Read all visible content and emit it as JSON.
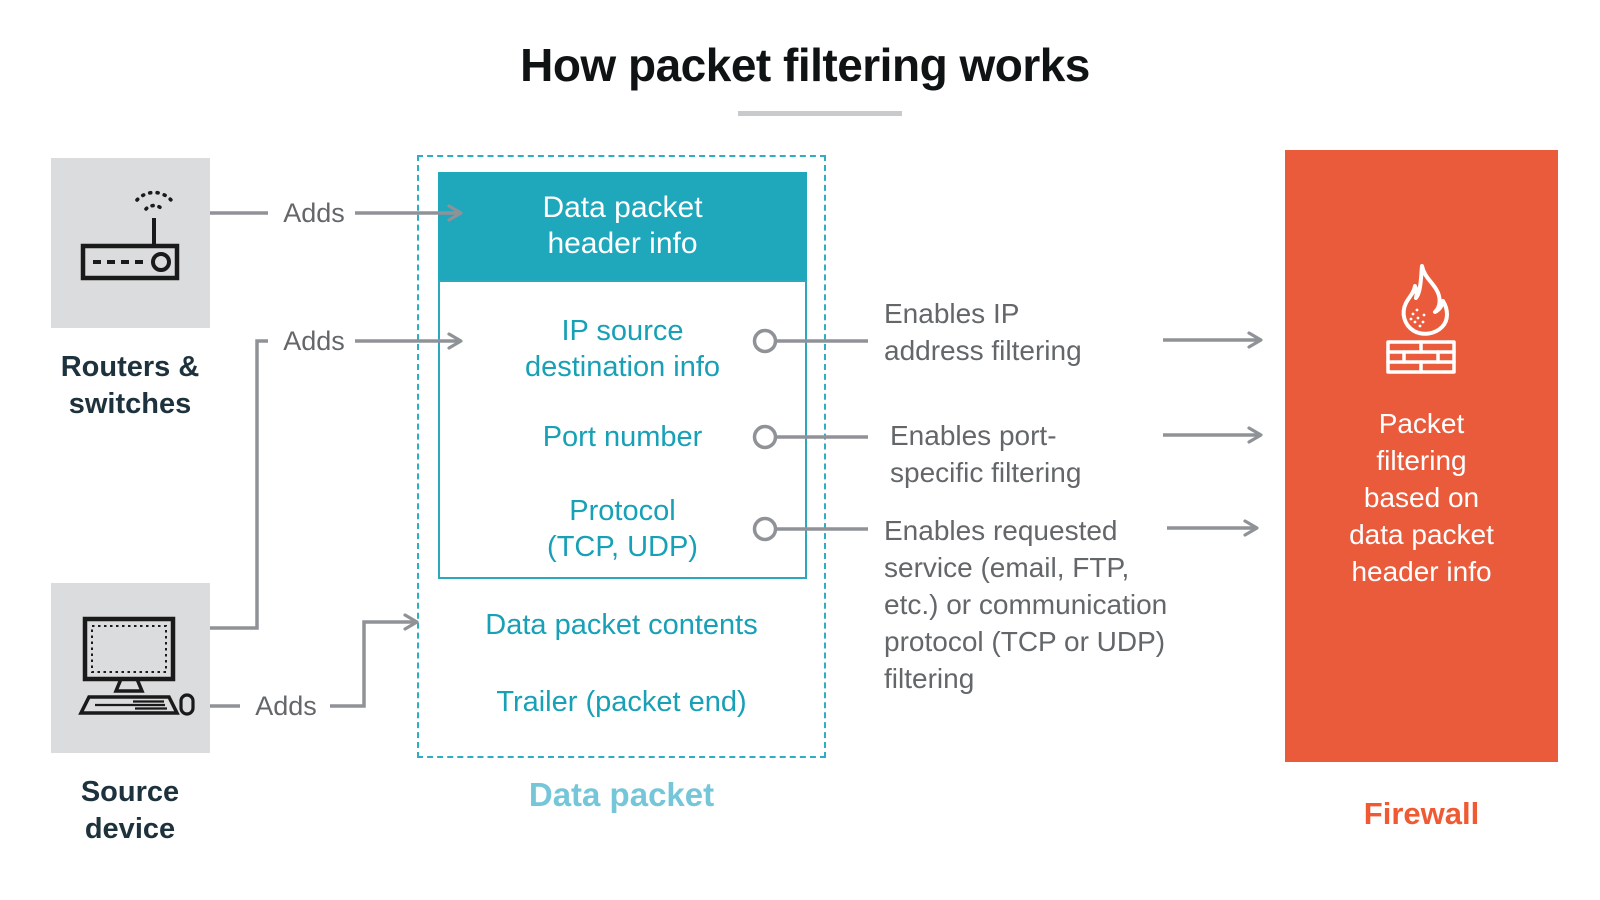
{
  "title": "How packet filtering works",
  "colors": {
    "teal": "#1FA7BC",
    "teal_text": "#18A0B6",
    "teal_light": "#74C6D8",
    "teal_dashed_border": "#2FADC4",
    "orange": "#EA5B3C",
    "orange_caption": "#F05A33",
    "panel_gray": "#DBDCDD",
    "line_gray": "#8F9296",
    "text_gray": "#63676A",
    "dark_navy": "#1D323C",
    "underline_gray": "#C9CACB"
  },
  "sources": [
    {
      "label": "Routers &\nswitches",
      "icon": "wireless-router-icon"
    },
    {
      "label": "Source\ndevice",
      "icon": "desktop-computer-icon"
    }
  ],
  "connectors": {
    "adds": [
      {
        "label": "Adds"
      },
      {
        "label": "Adds"
      },
      {
        "label": "Adds"
      }
    ],
    "enables": [
      {
        "label": "Enables IP\naddress filtering"
      },
      {
        "label": "Enables port-\nspecific filtering"
      },
      {
        "label": "Enables requested\nservice (email, FTP,\netc.) or communication\nprotocol (TCP or UDP)\nfiltering"
      }
    ]
  },
  "packet": {
    "header_label": "Data packet\nheader info",
    "fields": [
      {
        "label": "IP source\ndestination info"
      },
      {
        "label": "Port number"
      },
      {
        "label": "Protocol\n(TCP, UDP)"
      }
    ],
    "contents_label": "Data packet contents",
    "trailer_label": "Trailer (packet end)",
    "caption": "Data packet"
  },
  "firewall": {
    "body": "Packet\nfiltering\nbased on\ndata packet\nheader info",
    "caption": "Firewall",
    "icon": "firewall-flame-brick-icon"
  }
}
